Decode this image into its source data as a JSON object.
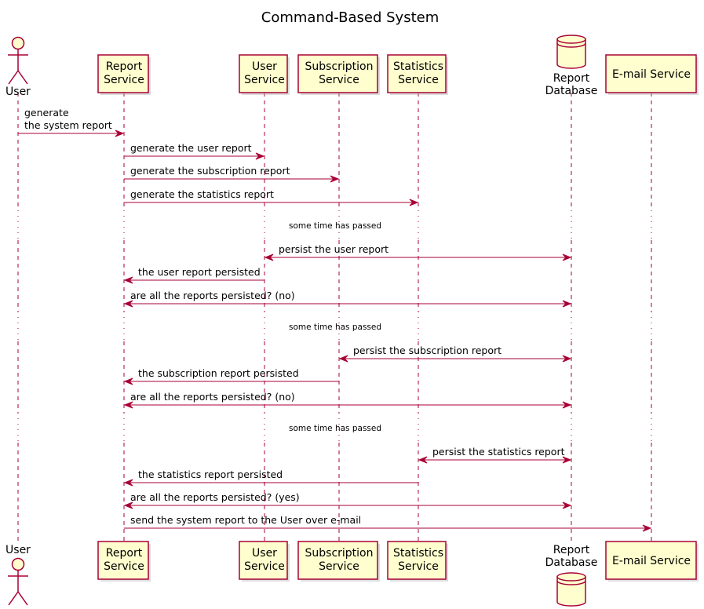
{
  "title": "Command-Based System",
  "colors": {
    "arrow": "#A80036",
    "box_fill": "#FEFECE",
    "box_stroke": "#A80036",
    "lifeline": "#A80036"
  },
  "participants": [
    {
      "id": "user",
      "type": "actor",
      "lines": [
        "User"
      ]
    },
    {
      "id": "report",
      "type": "box",
      "lines": [
        "Report",
        "Service"
      ]
    },
    {
      "id": "usersvc",
      "type": "box",
      "lines": [
        "User",
        "Service"
      ]
    },
    {
      "id": "subsvc",
      "type": "box",
      "lines": [
        "Subscription",
        "Service"
      ]
    },
    {
      "id": "statsvc",
      "type": "box",
      "lines": [
        "Statistics",
        "Service"
      ]
    },
    {
      "id": "db",
      "type": "database",
      "lines": [
        "Report",
        "Database"
      ]
    },
    {
      "id": "email",
      "type": "box",
      "lines": [
        "E-mail Service"
      ]
    }
  ],
  "messages": [
    {
      "from": "user",
      "to": "report",
      "bidirectional": false,
      "lines": [
        "generate",
        "the system report"
      ]
    },
    {
      "from": "report",
      "to": "usersvc",
      "bidirectional": false,
      "lines": [
        "generate the user report"
      ]
    },
    {
      "from": "report",
      "to": "subsvc",
      "bidirectional": false,
      "lines": [
        "generate the subscription report"
      ]
    },
    {
      "from": "report",
      "to": "statsvc",
      "bidirectional": false,
      "lines": [
        "generate the statistics report"
      ]
    },
    {
      "delay": "some time has passed"
    },
    {
      "from": "usersvc",
      "to": "db",
      "bidirectional": true,
      "lines": [
        "persist the user report"
      ]
    },
    {
      "from": "usersvc",
      "to": "report",
      "bidirectional": false,
      "lines": [
        "the user report persisted"
      ]
    },
    {
      "from": "report",
      "to": "db",
      "bidirectional": true,
      "lines": [
        "are all the reports persisted? (no)"
      ]
    },
    {
      "delay": "some time has passed"
    },
    {
      "from": "subsvc",
      "to": "db",
      "bidirectional": true,
      "lines": [
        "persist the subscription report"
      ]
    },
    {
      "from": "subsvc",
      "to": "report",
      "bidirectional": false,
      "lines": [
        "the subscription report persisted"
      ]
    },
    {
      "from": "report",
      "to": "db",
      "bidirectional": true,
      "lines": [
        "are all the reports persisted? (no)"
      ]
    },
    {
      "delay": "some time has passed"
    },
    {
      "from": "statsvc",
      "to": "db",
      "bidirectional": true,
      "lines": [
        "persist the statistics report"
      ]
    },
    {
      "from": "statsvc",
      "to": "report",
      "bidirectional": false,
      "lines": [
        "the statistics report persisted"
      ]
    },
    {
      "from": "report",
      "to": "db",
      "bidirectional": true,
      "lines": [
        "are all the reports persisted? (yes)"
      ]
    },
    {
      "from": "report",
      "to": "email",
      "bidirectional": false,
      "lines": [
        "send the system report to the User over e-mail"
      ]
    }
  ]
}
